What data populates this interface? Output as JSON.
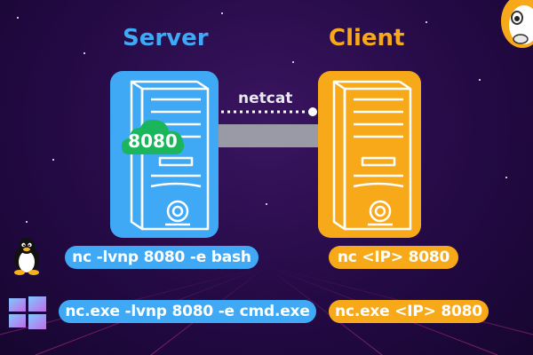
{
  "titles": {
    "server": "Server",
    "client": "Client"
  },
  "connection": {
    "label": "netcat"
  },
  "server": {
    "port": "8080"
  },
  "commands": {
    "linux_server": "nc -lvnp 8080 -e bash",
    "linux_client": "nc <IP> 8080",
    "windows_server": "nc.exe -lvnp 8080 -e cmd.exe",
    "windows_client": "nc.exe <IP> 8080"
  },
  "icons": {
    "linux": "tux-penguin-icon",
    "windows": "windows-logo-icon",
    "mascot": "robot-mascot-icon"
  },
  "colors": {
    "server": "#3fa9f5",
    "client": "#f7a91a",
    "cloud": "#1bb55c",
    "background": "#240a45"
  }
}
